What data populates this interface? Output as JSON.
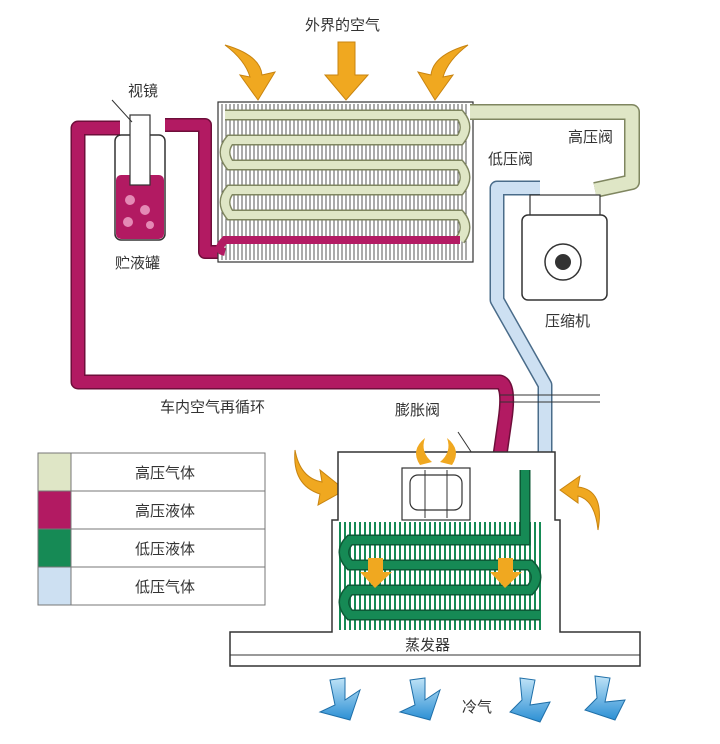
{
  "labels": {
    "outside_air": "外界的空气",
    "sight_glass": "视镜",
    "high_pressure_valve": "高压阀",
    "low_pressure_valve": "低压阀",
    "receiver": "贮液罐",
    "compressor": "压缩机",
    "recirculation": "车内空气再循环",
    "expansion_valve": "膨胀阀",
    "evaporator": "蒸发器",
    "cold_air": "冷气"
  },
  "legend": [
    {
      "label": "高压气体",
      "color": "#dfe6c6"
    },
    {
      "label": "高压液体",
      "color": "#b21a62"
    },
    {
      "label": "低压液体",
      "color": "#168a55"
    },
    {
      "label": "低压气体",
      "color": "#cde0f2"
    }
  ],
  "colors": {
    "warm_air_arrow": "#f0a820",
    "cold_air_arrow": "#3a9bd9",
    "outline": "#333333"
  }
}
